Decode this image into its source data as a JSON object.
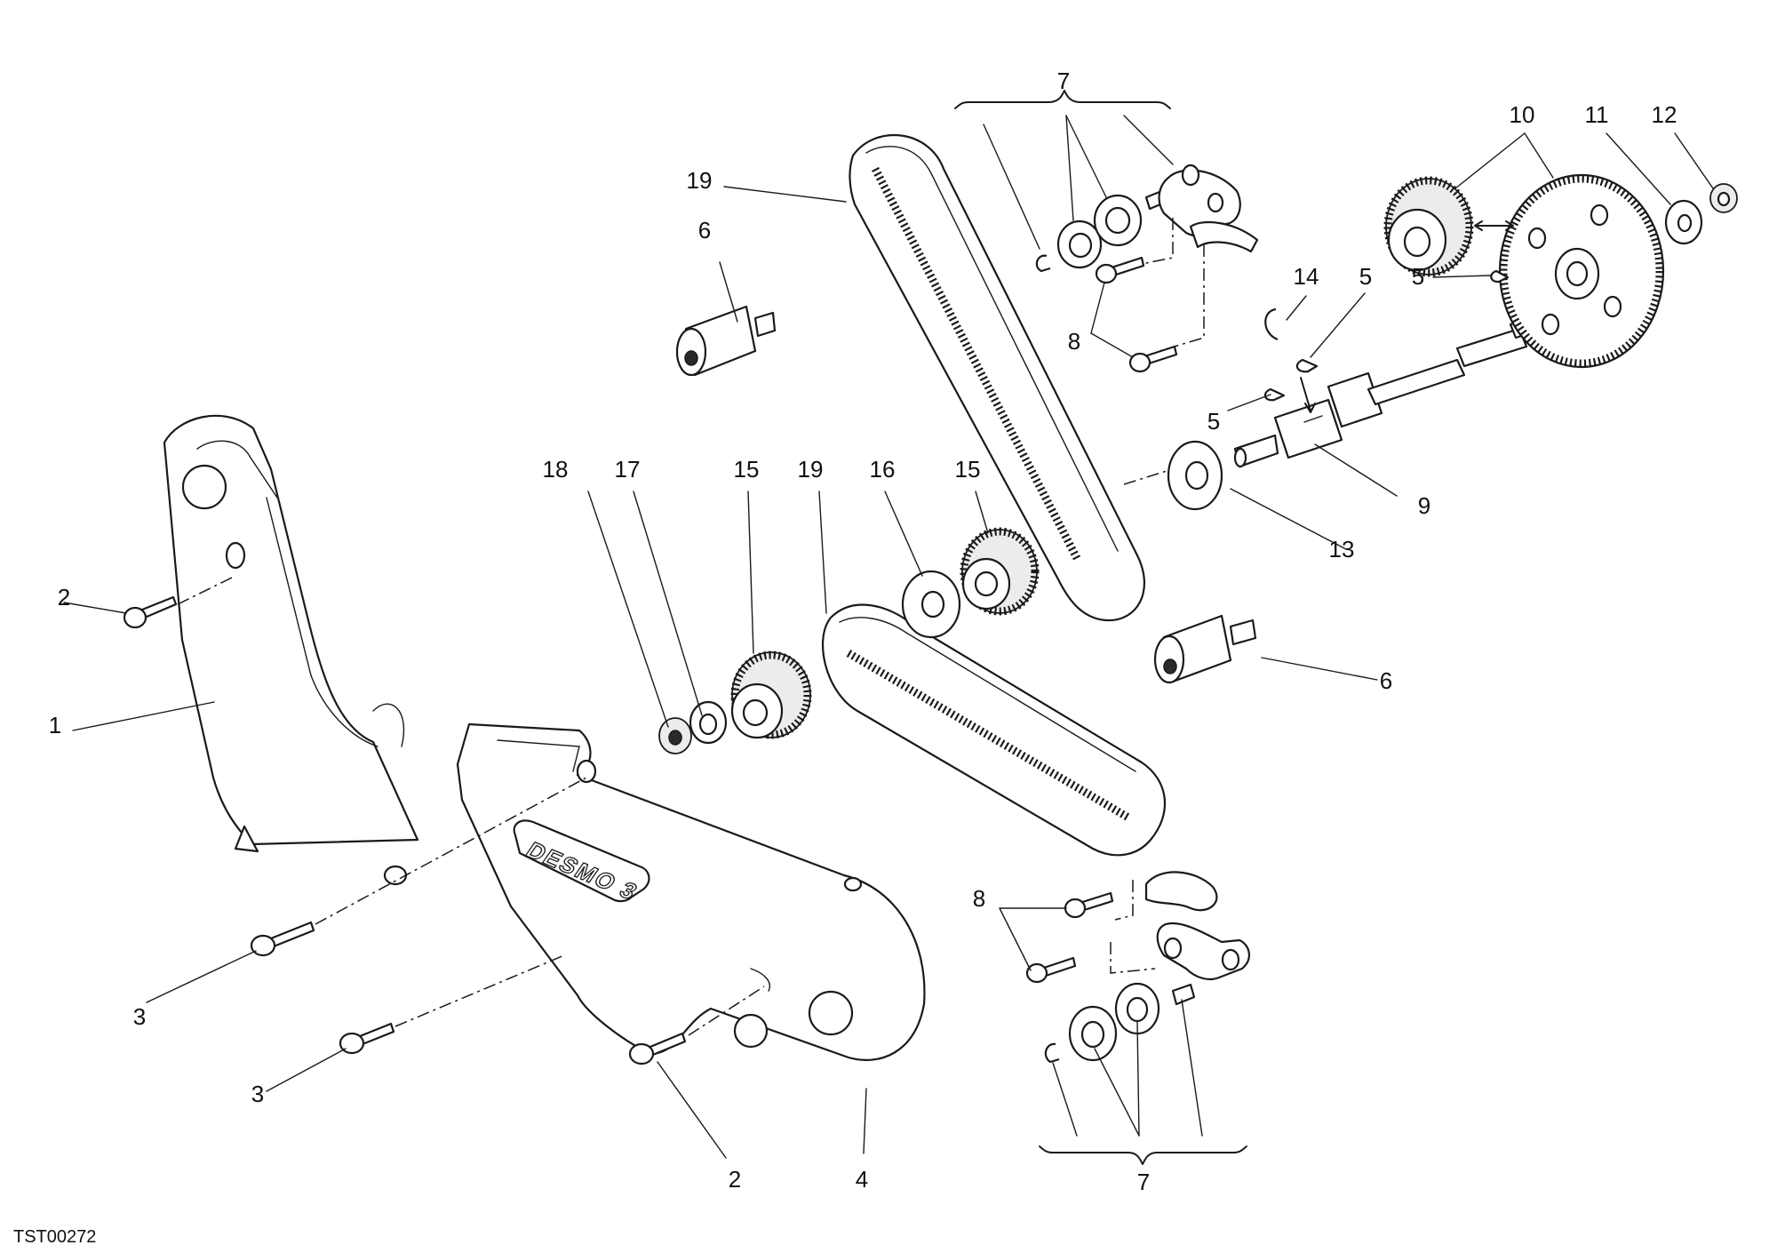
{
  "drawing_code": "TST00272",
  "cover_logo": "DESMO 3",
  "callouts": {
    "c1": "1",
    "c2a": "2",
    "c2b": "2",
    "c3a": "3",
    "c3b": "3",
    "c4": "4",
    "c5a": "5",
    "c5b": "5",
    "c5c": "5",
    "c6a": "6",
    "c6b": "6",
    "c7a": "7",
    "c7b": "7",
    "c8a": "8",
    "c8b": "8",
    "c9": "9",
    "c10": "10",
    "c11": "11",
    "c12": "12",
    "c13": "13",
    "c14": "14",
    "c15a": "15",
    "c15b": "15",
    "c16": "16",
    "c17": "17",
    "c18": "18",
    "c19a": "19",
    "c19b": "19"
  }
}
